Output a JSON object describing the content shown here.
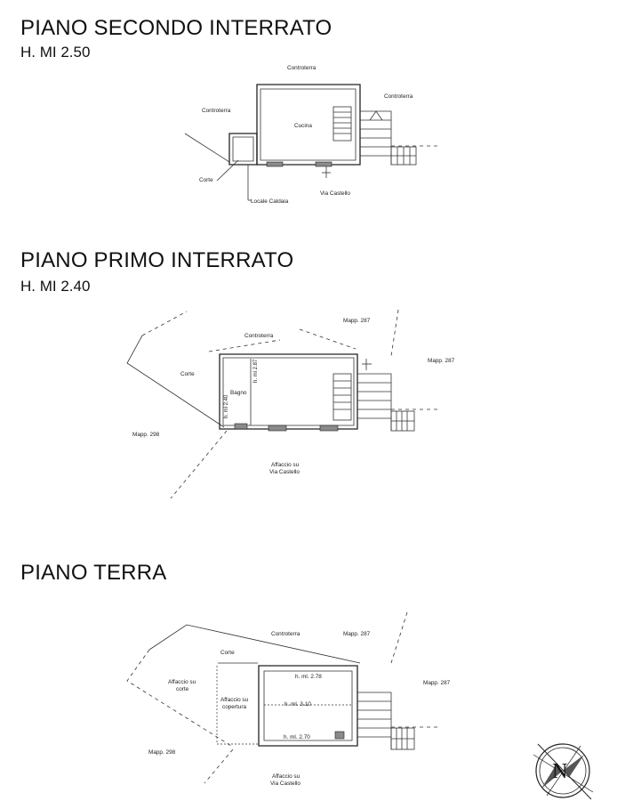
{
  "floors": [
    {
      "title": "PIANO SECONDO INTERRATO",
      "height": "H. MI 2.50",
      "labels": {
        "contro_top": "Controterra",
        "contro_left": "Controterra",
        "contro_right": "Controterra",
        "room": "Cucina",
        "corte": "Corte",
        "via": "Via Castello",
        "locale": "Locale Caldaia"
      }
    },
    {
      "title": "PIANO PRIMO INTERRATO",
      "height": "H. MI 2.40",
      "labels": {
        "contro_top": "Controterra",
        "mapp_top": "Mapp. 287",
        "mapp_right": "Mapp. 287",
        "corte": "Corte",
        "room": "Bagno",
        "h_left": "h. ml 2.40",
        "h_right": "h. ml 2.87",
        "mapp_left": "Mapp. 298",
        "affaccio_1": "Affaccio su",
        "affaccio_2": "Via Castello"
      }
    },
    {
      "title": "PIANO TERRA",
      "labels": {
        "contro_top": "Controterra",
        "mapp_top": "Mapp. 287",
        "mapp_right": "Mapp. 287",
        "corte": "Corte",
        "aff_corte_1": "Affaccio su",
        "aff_corte_2": "corte",
        "aff_cop_1": "Affaccio su",
        "aff_cop_2": "copertura",
        "h1": "h. ml. 2.78",
        "h2": "h. ml. 3.10",
        "h3": "h. ml. 2.70",
        "mapp_left": "Mapp. 298",
        "affaccio_1": "Affaccio su",
        "affaccio_2": "Via Castello"
      }
    }
  ],
  "compass": {
    "letter": "N"
  }
}
